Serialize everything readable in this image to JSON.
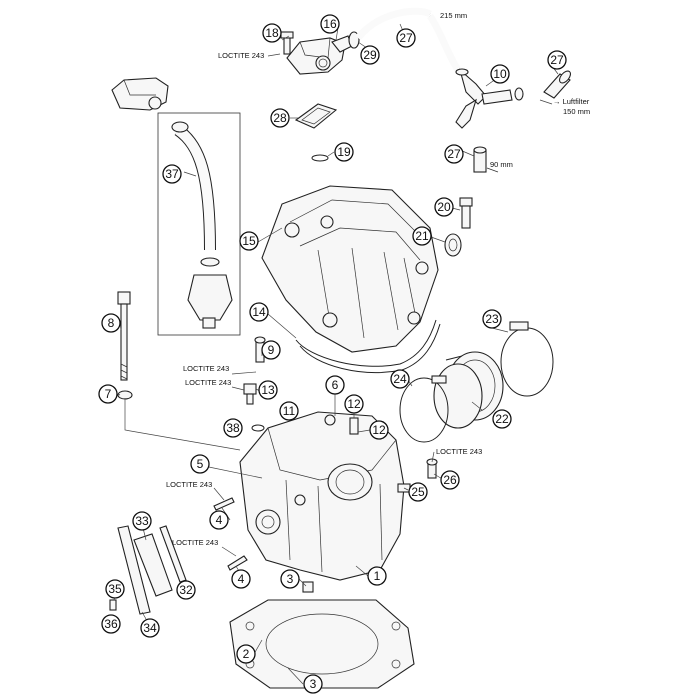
{
  "diagram": {
    "callouts": {
      "c1": "1",
      "c2": "2",
      "c3a": "3",
      "c3b": "3",
      "c4a": "4",
      "c4b": "4",
      "c5": "5",
      "c6": "6",
      "c7": "7",
      "c8": "8",
      "c9": "9",
      "c10": "10",
      "c11": "11",
      "c12a": "12",
      "c12b": "12",
      "c13": "13",
      "c14": "14",
      "c15": "15",
      "c16": "16",
      "c18": "18",
      "c19": "19",
      "c20": "20",
      "c21": "21",
      "c22": "22",
      "c23": "23",
      "c24": "24",
      "c25": "25",
      "c26": "26",
      "c27a": "27",
      "c27b": "27",
      "c27c": "27",
      "c28": "28",
      "c29": "29",
      "c32": "32",
      "c33": "33",
      "c34": "34",
      "c35": "35",
      "c36": "36",
      "c37": "37",
      "c38": "38"
    },
    "notes": {
      "loctite_1": "LOCTITE 243",
      "loctite_2": "LOCTITE 243",
      "loctite_3": "LOCTITE 243",
      "loctite_4": "LOCTITE 243",
      "loctite_5": "LOCTITE 243",
      "loctite_6": "LOCTITE 243",
      "len_215": "215 mm",
      "len_90": "90 mm",
      "len_150": "150 mm",
      "luftfilter": "→ Luftfilter"
    }
  }
}
